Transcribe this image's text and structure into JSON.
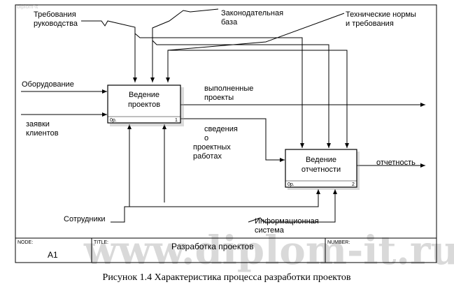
{
  "watermark": {
    "center": "www.diplom-it.ru",
    "corner": "diplom-it"
  },
  "inputs": {
    "equipment": "Оборудование",
    "client_requests_l1": "заявки",
    "client_requests_l2": "клиентов"
  },
  "controls": {
    "mgmt_l1": "Требования",
    "mgmt_l2": "руководства",
    "legal_l1": "Законодательная",
    "legal_l2": "база",
    "tech_l1": "Технические нормы",
    "tech_l2": "и требования"
  },
  "mechanisms": {
    "staff": "Сотрудники",
    "info_l1": "Информационная",
    "info_l2": "система"
  },
  "box1": {
    "title_l1": "Ведение",
    "title_l2": "проектов",
    "cost": "0р.",
    "number": "1"
  },
  "box2": {
    "title_l1": "Ведение",
    "title_l2": "отчетности",
    "cost": "0р.",
    "number": "2"
  },
  "flows": {
    "done_l1": "выполненные",
    "done_l2": "проекты",
    "info_l1": "сведения",
    "info_l2": "о",
    "info_l3": "проектных",
    "info_l4": "работах",
    "report": "отчетность"
  },
  "footer": {
    "node_label": "NODE:",
    "node_value": "A1",
    "title_label": "TITLE:",
    "title_value": "Разработка  проектов",
    "number_label": "NUMBER:"
  },
  "caption": "Рисунок 1.4 Характеристика процесса разработки проектов"
}
